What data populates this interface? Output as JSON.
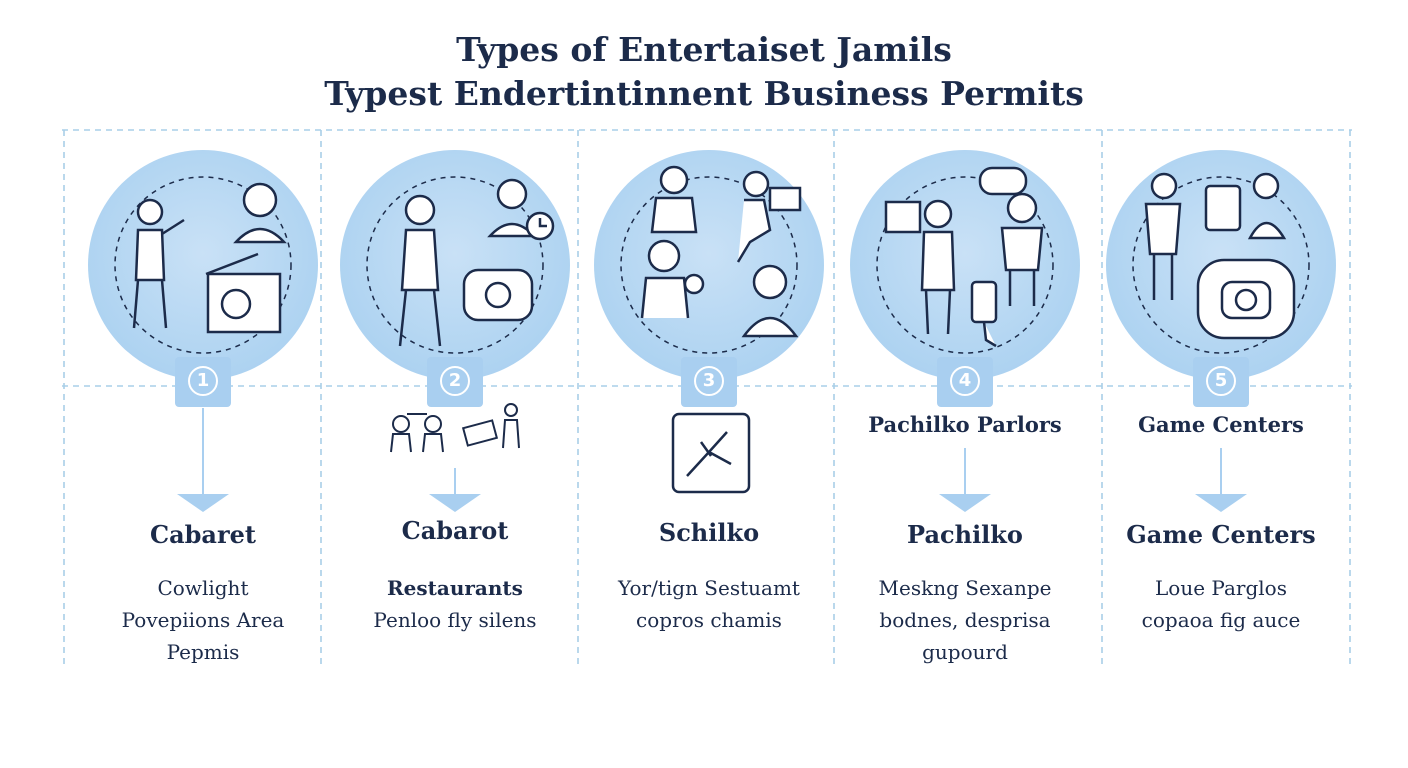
{
  "title": {
    "line1": "Types of Entertaiset Jamils",
    "line2": "Typest Endertintinnent Business Permits"
  },
  "columns": [
    {
      "number": "1",
      "subhead": "",
      "name": "Cabaret",
      "desc": [
        "Cowlight",
        "Povepiions Area",
        "Pepmis"
      ],
      "icons": [
        "dancer-icon",
        "woman-portrait-icon",
        "stage-podium-icon"
      ]
    },
    {
      "number": "2",
      "subhead": "",
      "name": "Cabarot",
      "desc_bold": "Restaurants",
      "desc": [
        "Penloo fly silens"
      ],
      "icons": [
        "dancer-icon",
        "host-portrait-icon",
        "clock-icon",
        "game-machine-icon"
      ]
    },
    {
      "number": "3",
      "subhead": "",
      "name": "Schilko",
      "desc": [
        "Yor/tign Sestuamt",
        "copros chamis"
      ],
      "icons": [
        "suited-man-icon",
        "dancing-girl-icon",
        "child-icon",
        "girl-portrait-icon"
      ]
    },
    {
      "number": "4",
      "subhead": "Pachilko Parlors",
      "name": "Pachilko",
      "desc": [
        "Meskng Sexanpe",
        "bodnes, desprisa",
        "gupourd"
      ],
      "icons": [
        "dancer-icon",
        "man-standing-icon",
        "phone-icon"
      ]
    },
    {
      "number": "5",
      "subhead": "Game Centers",
      "name": "Game Centers",
      "desc": [
        "Loue Parglos",
        "copaoa fig auce"
      ],
      "icons": [
        "man-standing-icon",
        "slot-machine-icon",
        "arcade-machine-icon"
      ]
    }
  ],
  "colors": {
    "circle": "#aed3f1",
    "text": "#1c2b4a",
    "grid_line": "#a9cfe8",
    "arrow": "#a9cff0"
  }
}
